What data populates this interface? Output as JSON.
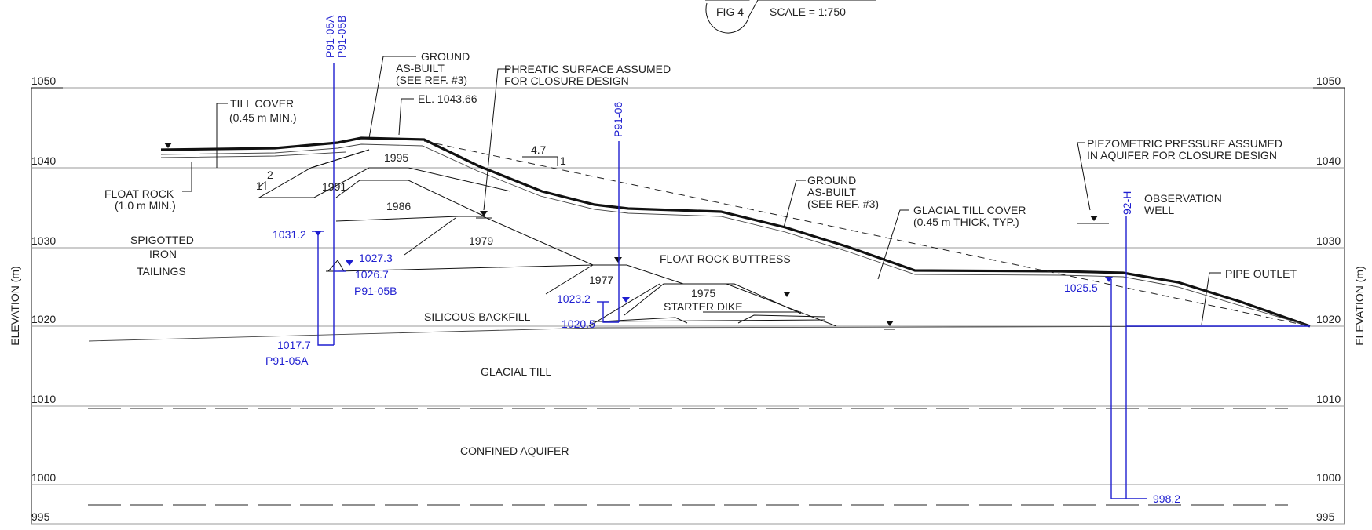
{
  "header": {
    "fig": "FIG 4",
    "scale": "SCALE = 1:750"
  },
  "axis": {
    "label": "ELEVATION (m)",
    "ticks": [
      "1050",
      "1040",
      "1030",
      "1020",
      "1010",
      "1000",
      "995"
    ]
  },
  "labels": {
    "ground_1": "GROUND",
    "ground_2": "AS-BUILT",
    "ground_3": "(SEE REF. #3)",
    "phreatic_1": "PHREATIC SURFACE ASSUMED",
    "phreatic_2": "FOR CLOSURE DESIGN",
    "el_crest": "EL. 1043.66",
    "till_cover_1": "TILL COVER",
    "till_cover_2": "(0.45 m MIN.)",
    "float_rock_1": "FLOAT ROCK",
    "float_rock_2": "(1.0 m MIN.)",
    "slope_2": "2",
    "slope_1a": "1",
    "slope_47": "4.7",
    "slope_1b": "1",
    "yr_1995": "1995",
    "yr_1991": "1991",
    "yr_1986": "1986",
    "yr_1979": "1979",
    "yr_1977": "1977",
    "yr_1975": "1975",
    "spig_1": "SPIGOTTED",
    "spig_2": "IRON",
    "spig_3": "TAILINGS",
    "silicous": "SILICOUS BACKFILL",
    "starter": "STARTER DIKE",
    "float_buttress": "FLOAT ROCK BUTTRESS",
    "ground_b1": "GROUND",
    "ground_b2": "AS-BUILT",
    "ground_b3": "(SEE REF. #3)",
    "glacial_cover_1": "GLACIAL TILL COVER",
    "glacial_cover_2": "(0.45 m THICK, TYP.)",
    "piezo_1": "PIEZOMETRIC PRESSURE ASSUMED",
    "piezo_2": "IN AQUIFER FOR CLOSURE DESIGN",
    "obs_1": "OBSERVATION",
    "obs_2": "WELL",
    "pipe_outlet": "PIPE OUTLET",
    "glacial_till": "GLACIAL TILL",
    "confined": "CONFINED AQUIFER"
  },
  "wells": {
    "p9105a": "P91-05A",
    "p9105b": "P91-05B",
    "p9106": "P91-06",
    "w92h": "92-H",
    "v1031_2": "1031.2",
    "v1027_3": "1027.3",
    "v1026_7": "1026.7",
    "v1017_7": "1017.7",
    "v1023_2": "1023.2",
    "v1020_5": "1020.5",
    "v1025_5": "1025.5",
    "v998_2": "998.2",
    "lbl_b_bottom": "P91-05B",
    "lbl_a_bottom": "P91-05A"
  }
}
